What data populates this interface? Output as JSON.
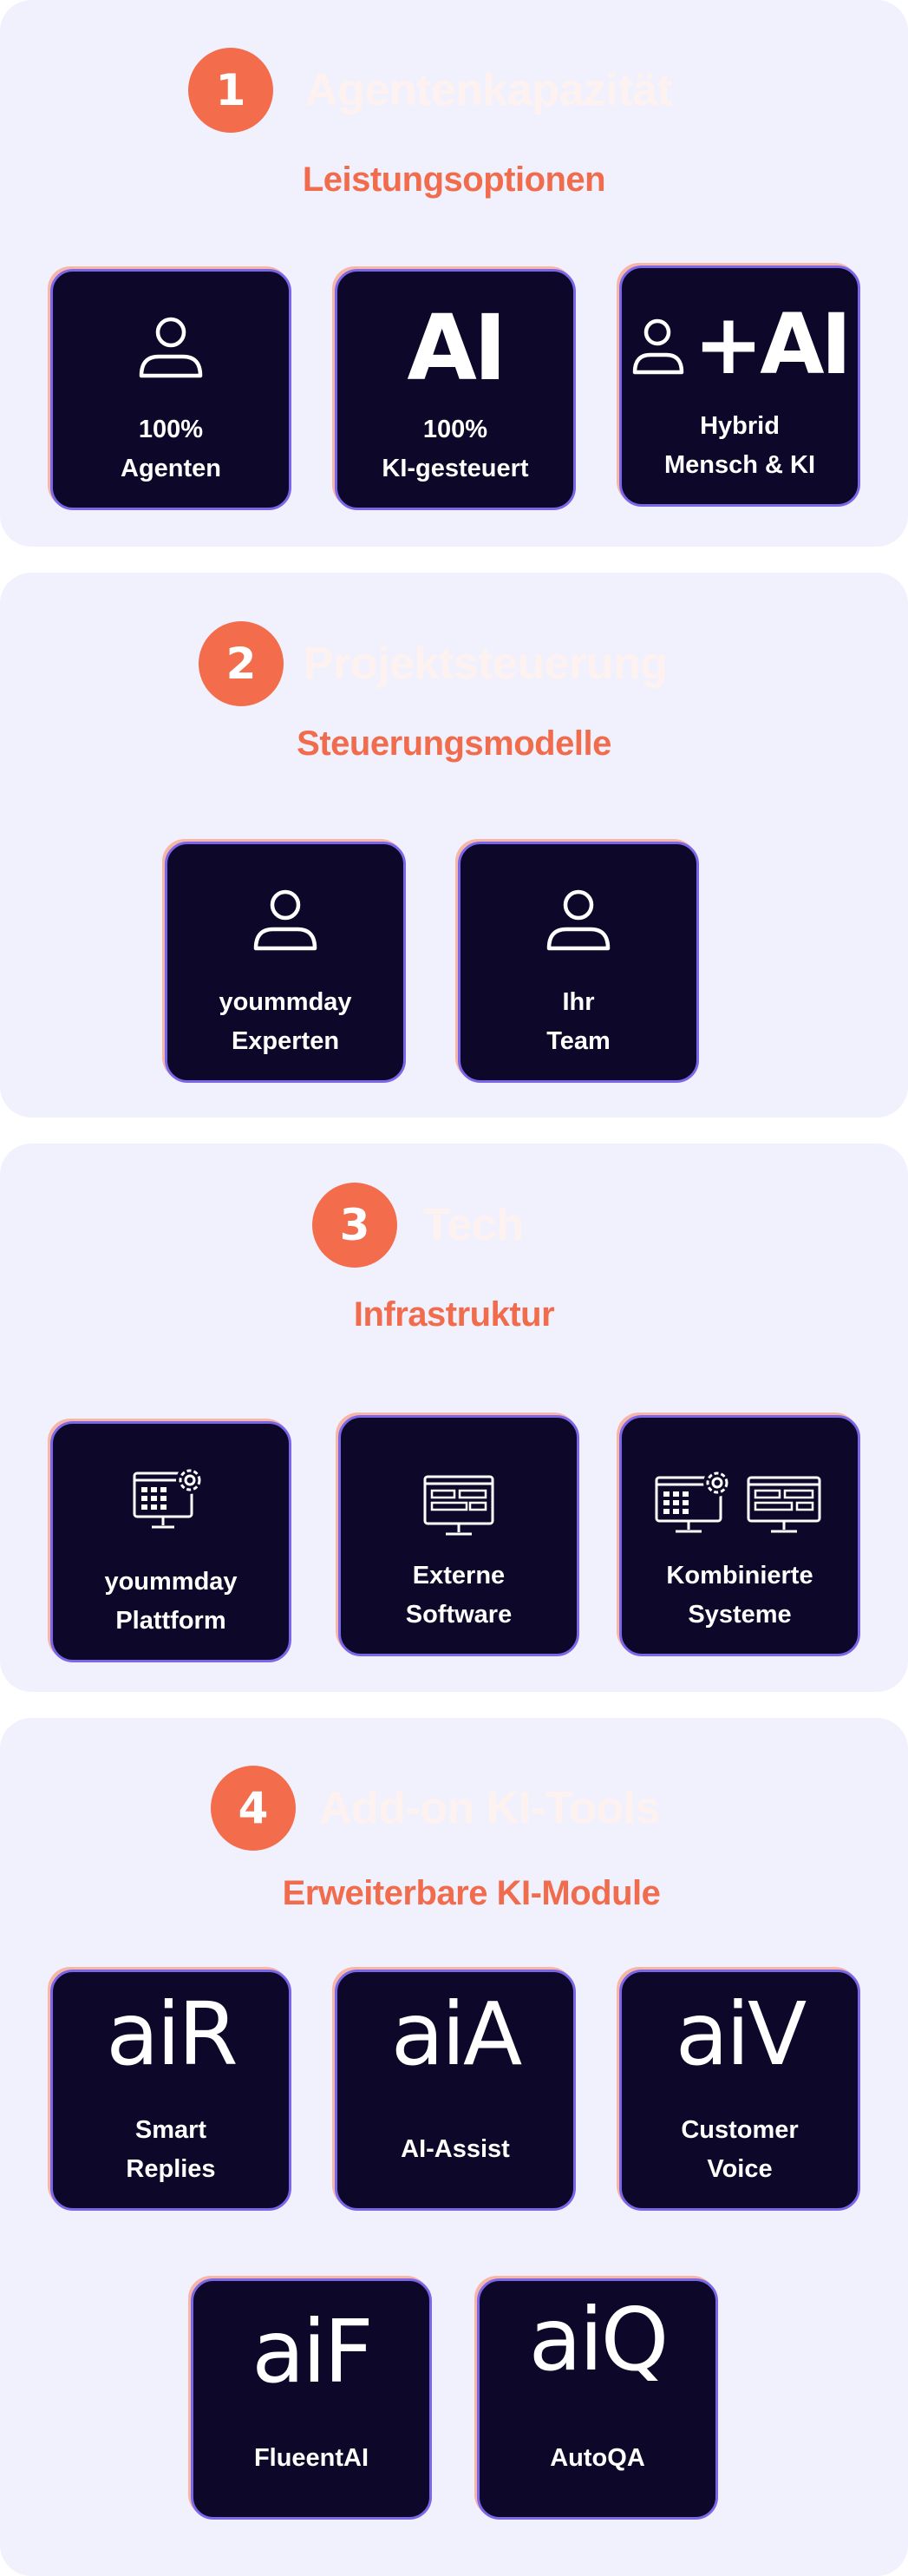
{
  "colors": {
    "accent": "#f36d4c",
    "card_bg": "#0d082a",
    "card_border": "#7b66e8",
    "section_bg": "#f1f0fd"
  },
  "sections": [
    {
      "number": "1",
      "title": "Agentenkapazität",
      "subtitle": "Leistungsoptionen",
      "cards": [
        {
          "icon": "person-icon",
          "label_lines": [
            "100%",
            "Agenten"
          ]
        },
        {
          "icon": "ai-text-icon",
          "icon_text": "AI",
          "label_lines": [
            "100%",
            "KI-gesteuert"
          ]
        },
        {
          "icon": "person-plus-ai-icon",
          "icon_text": "+AI",
          "label_lines": [
            "Hybrid",
            "Mensch & KI"
          ]
        }
      ]
    },
    {
      "number": "2",
      "title": "Projektsteuerung",
      "subtitle": "Steuerungsmodelle",
      "cards": [
        {
          "icon": "person-icon",
          "label_lines": [
            "yoummday",
            "Experten"
          ]
        },
        {
          "icon": "person-icon",
          "label_lines": [
            "Ihr",
            "Team"
          ]
        }
      ]
    },
    {
      "number": "3",
      "title": "Tech",
      "subtitle": "Infrastruktur",
      "cards": [
        {
          "icon": "monitor-gear-icon",
          "label_lines": [
            "yoummday",
            "Plattform"
          ]
        },
        {
          "icon": "monitor-window-icon",
          "label_lines": [
            "Externe",
            "Software"
          ]
        },
        {
          "icon": "combined-monitors-icon",
          "label_lines": [
            "Kombinierte",
            "Systeme"
          ]
        }
      ]
    },
    {
      "number": "4",
      "title": "Add-on KI-Tools",
      "subtitle": "Erweiterbare KI-Module",
      "cards": [
        {
          "icon": "air-logo-icon",
          "icon_text": "aiR",
          "label_lines": [
            "Smart",
            "Replies"
          ]
        },
        {
          "icon": "aia-logo-icon",
          "icon_text": "aiA",
          "label_lines": [
            "AI-Assist"
          ]
        },
        {
          "icon": "aiv-logo-icon",
          "icon_text": "aiV",
          "label_lines": [
            "Customer",
            "Voice"
          ]
        },
        {
          "icon": "aif-logo-icon",
          "icon_text": "aiF",
          "label_lines": [
            "FlueentAI"
          ]
        },
        {
          "icon": "aiq-logo-icon",
          "icon_text": "aiQ",
          "label_lines": [
            "AutoQA"
          ]
        }
      ]
    }
  ]
}
